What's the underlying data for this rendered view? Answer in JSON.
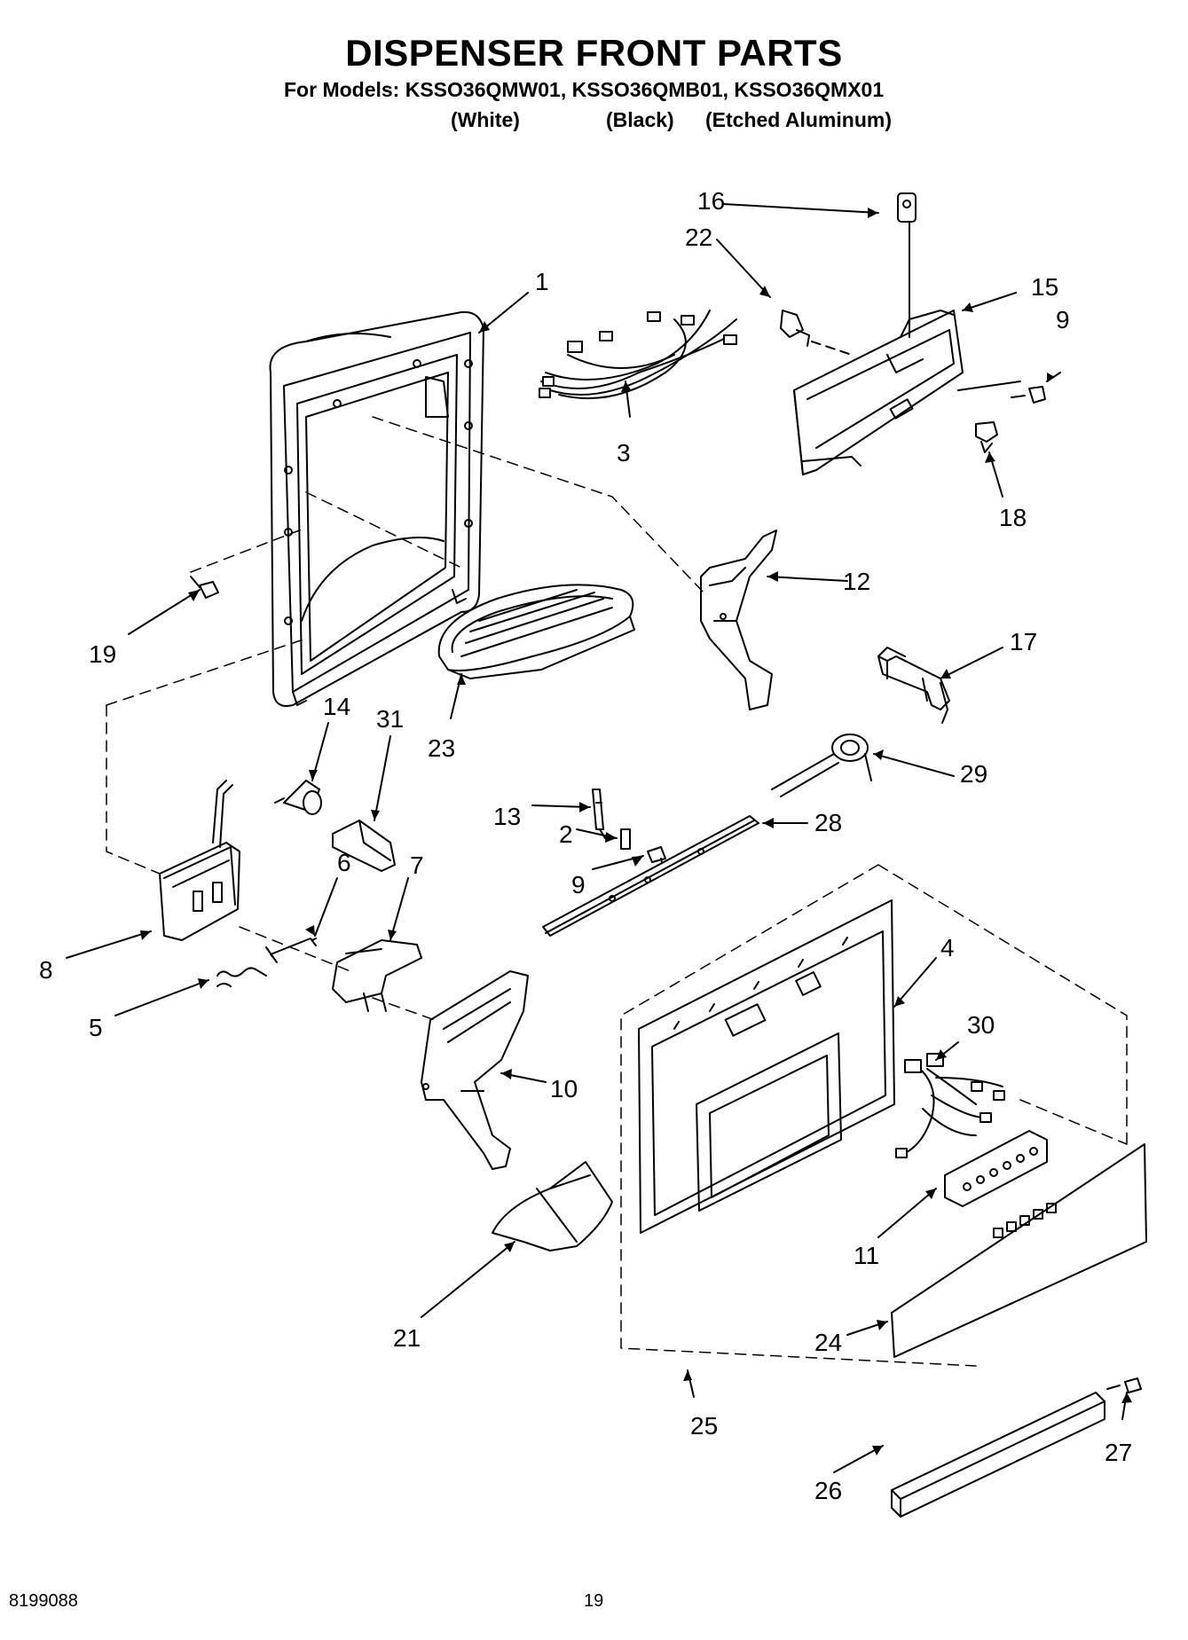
{
  "title": "DISPENSER FRONT PARTS",
  "models_line": "For Models: KSSO36QMW01, KSSO36QMB01, KSSO36QMX01",
  "variants": [
    "(White)",
    "(Black)",
    "(Etched Aluminum)"
  ],
  "callouts": [
    {
      "id": "c1",
      "label": "1"
    },
    {
      "id": "c3",
      "label": "3"
    },
    {
      "id": "c16",
      "label": "16"
    },
    {
      "id": "c22",
      "label": "22"
    },
    {
      "id": "c15",
      "label": "15"
    },
    {
      "id": "c9a",
      "label": "9"
    },
    {
      "id": "c18",
      "label": "18"
    },
    {
      "id": "c12",
      "label": "12"
    },
    {
      "id": "c19",
      "label": "19"
    },
    {
      "id": "c17",
      "label": "17"
    },
    {
      "id": "c29",
      "label": "29"
    },
    {
      "id": "c14",
      "label": "14"
    },
    {
      "id": "c31",
      "label": "31"
    },
    {
      "id": "c23",
      "label": "23"
    },
    {
      "id": "c13",
      "label": "13"
    },
    {
      "id": "c2",
      "label": "2"
    },
    {
      "id": "c28",
      "label": "28"
    },
    {
      "id": "c9b",
      "label": "9"
    },
    {
      "id": "c6",
      "label": "6"
    },
    {
      "id": "c7",
      "label": "7"
    },
    {
      "id": "c8",
      "label": "8"
    },
    {
      "id": "c4",
      "label": "4"
    },
    {
      "id": "c5",
      "label": "5"
    },
    {
      "id": "c30",
      "label": "30"
    },
    {
      "id": "c10",
      "label": "10"
    },
    {
      "id": "c11",
      "label": "11"
    },
    {
      "id": "c24",
      "label": "24"
    },
    {
      "id": "c21",
      "label": "21"
    },
    {
      "id": "c25",
      "label": "25"
    },
    {
      "id": "c27",
      "label": "27"
    },
    {
      "id": "c26",
      "label": "26"
    }
  ],
  "footer": {
    "doc_number": "8199088",
    "page_number": "19"
  }
}
